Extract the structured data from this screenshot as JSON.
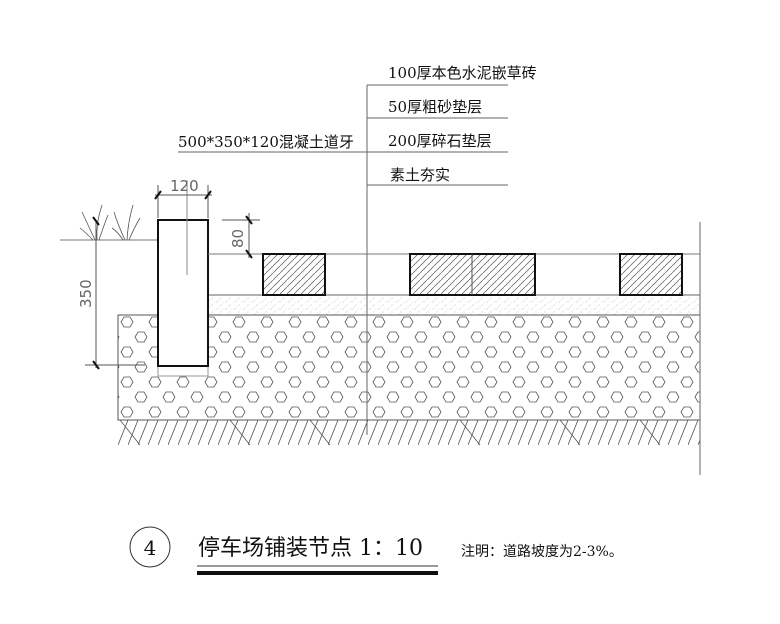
{
  "labels": {
    "layer1": "100厚本色水泥嵌草砖",
    "layer2": "50厚粗砂垫层",
    "layer3": "200厚碎石垫层",
    "layer4": "素土夯实",
    "curb": "500*350*120混凝土道牙"
  },
  "dimensions": {
    "curb_width": "120",
    "curb_exposed": "80",
    "curb_depth": "350"
  },
  "title": {
    "number": "4",
    "text": "停车场铺装节点 1：10",
    "note": "注明：道路坡度为2-3%。"
  }
}
